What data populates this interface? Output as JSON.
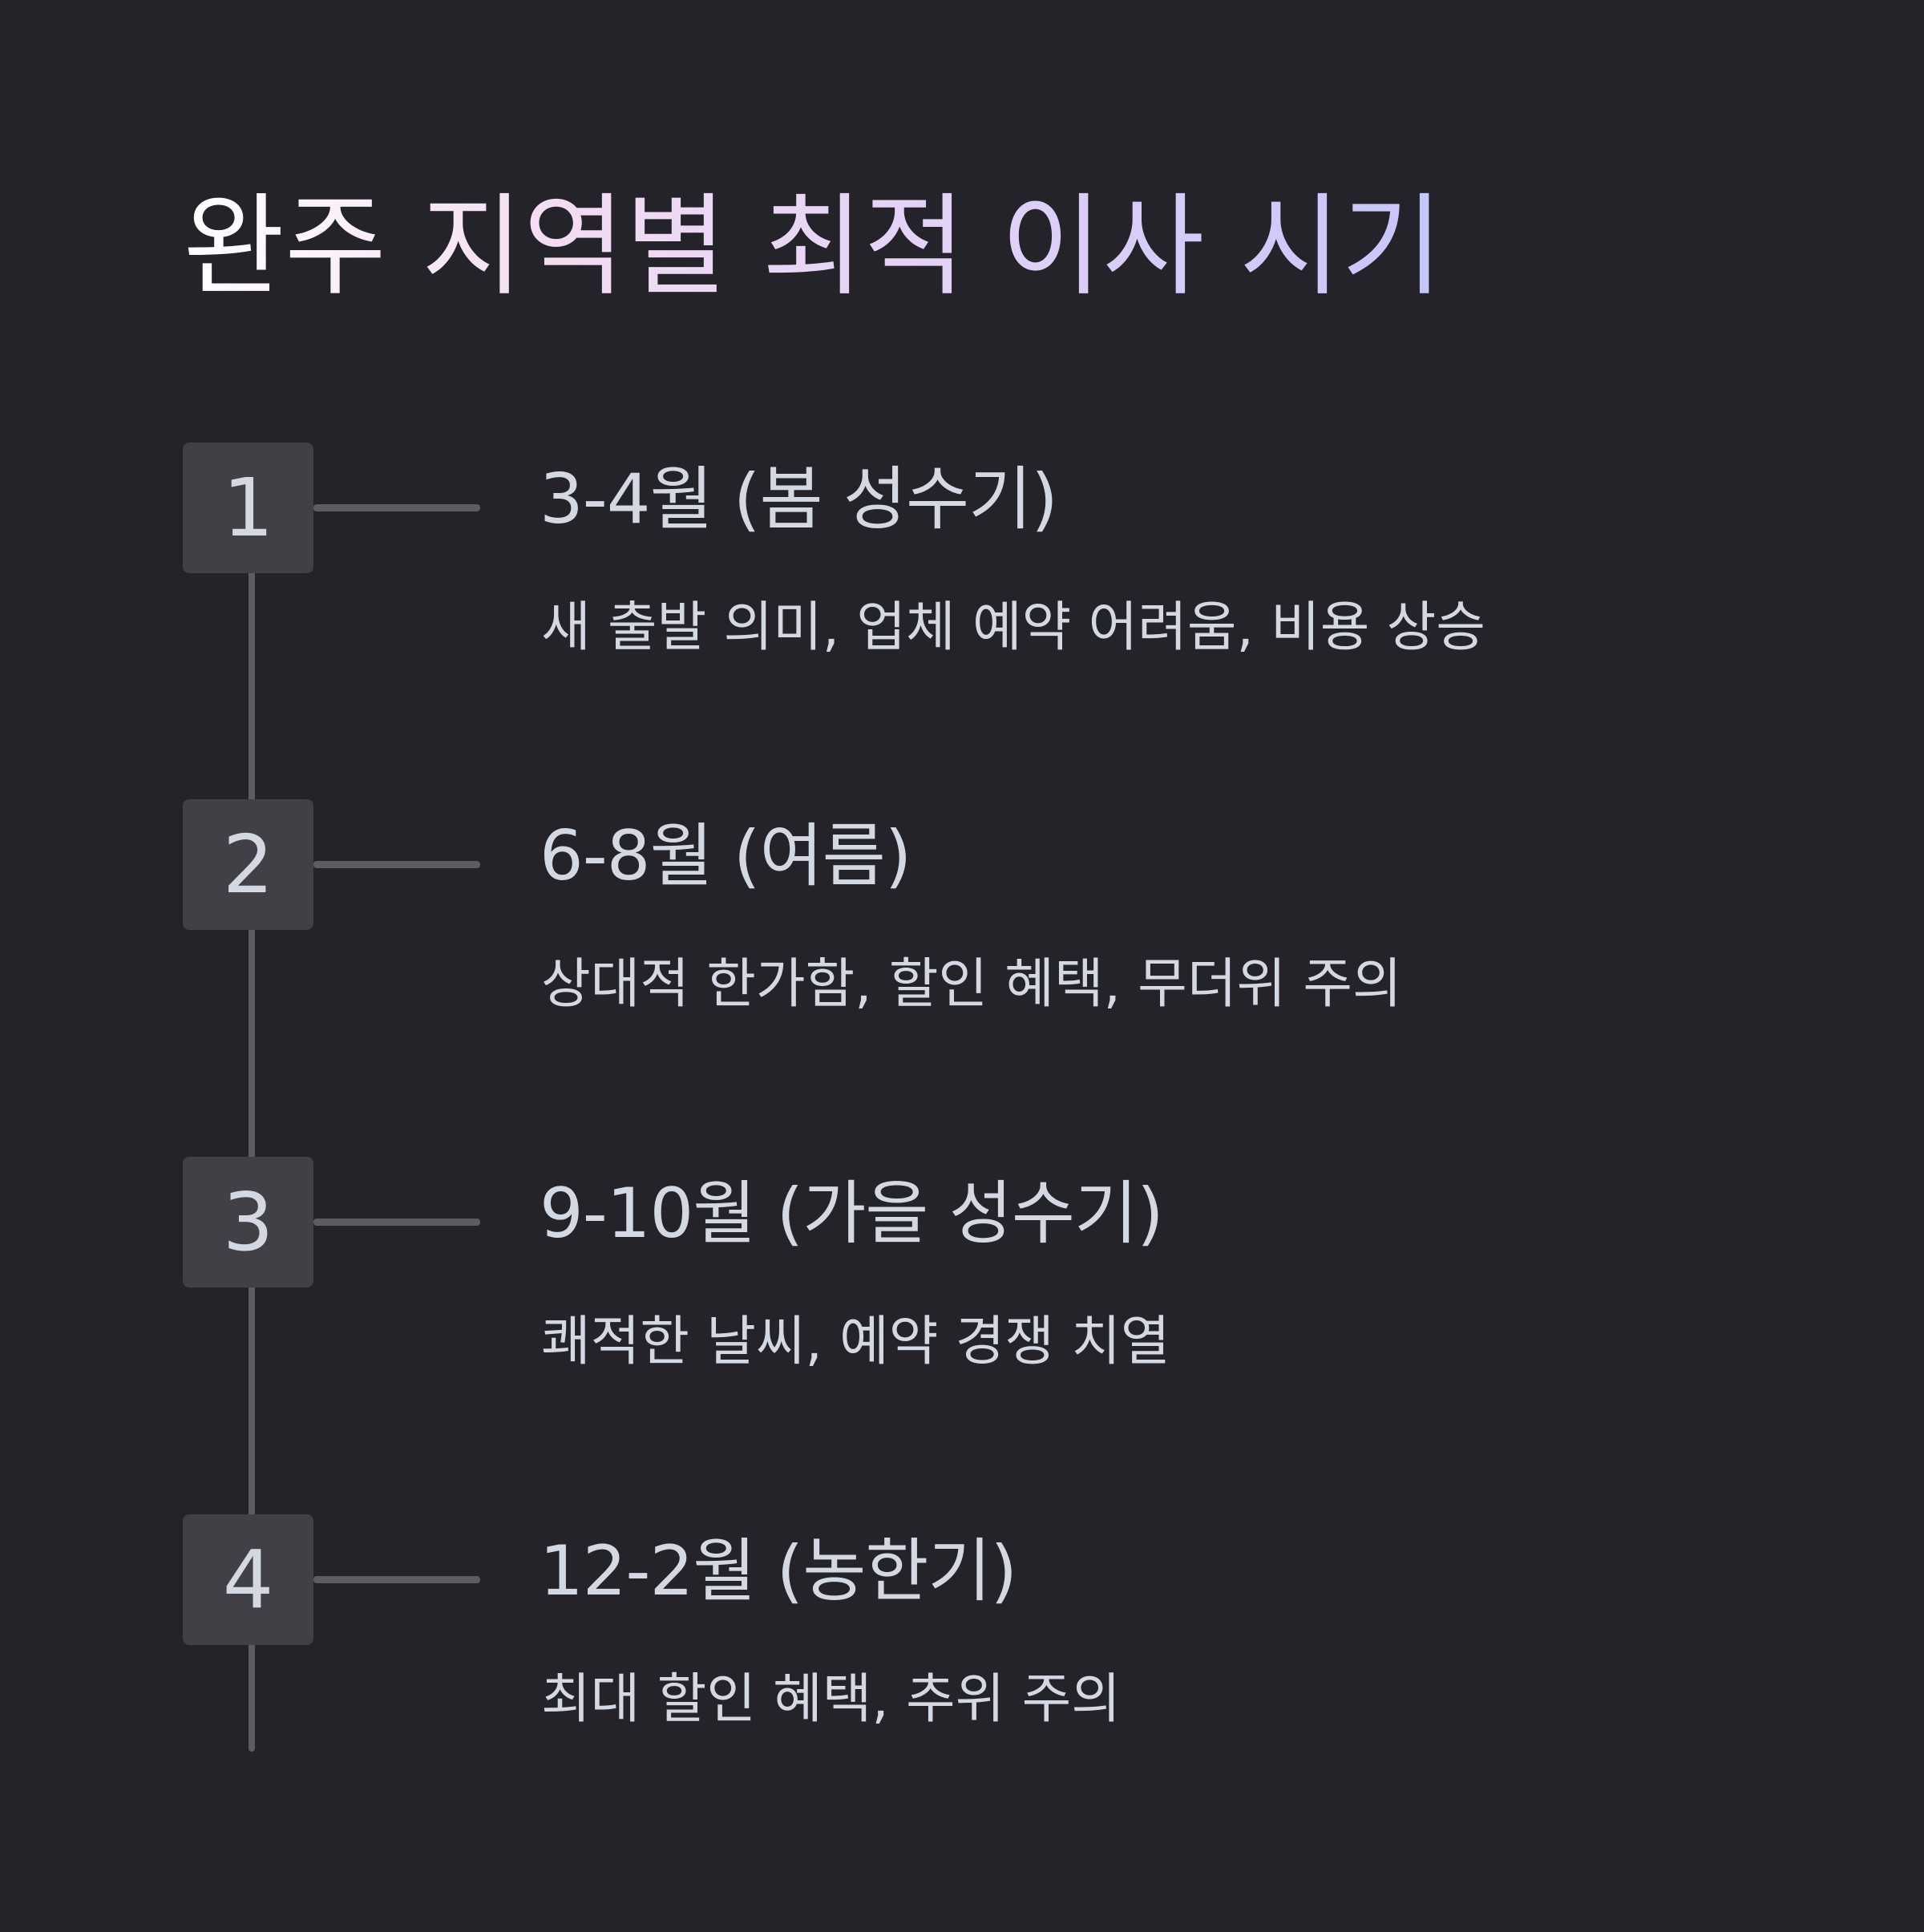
{
  "title": "완주 지역별 최적 이사 시기",
  "steps": [
    {
      "number": "1",
      "title": "3-4월 (봄 성수기)",
      "description": "새 출발 의미, 업체 예약 어려움, 비용 상승"
    },
    {
      "number": "2",
      "title": "6-8월 (여름)",
      "description": "상대적 한가함, 할인 혜택, 무더위 주의"
    },
    {
      "number": "3",
      "title": "9-10월 (가을 성수기)",
      "description": "쾌적한 날씨, 예약 경쟁 치열"
    },
    {
      "number": "4",
      "title": "12-2월 (농한기)",
      "description": "최대 할인 혜택, 추위 주의"
    }
  ],
  "colors": {
    "background": "#232329",
    "badge": "#404046",
    "line": "#5c5c63",
    "text": "#d3d8e2",
    "title_gradient": [
      "#ffffff",
      "#f2dcf2",
      "#e2d2f6",
      "#c6c6fb"
    ]
  }
}
